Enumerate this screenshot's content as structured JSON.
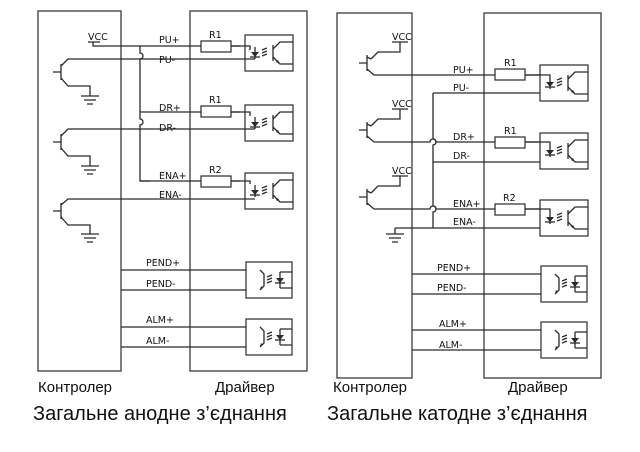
{
  "diagrams": [
    {
      "id": "anode",
      "title": "Загальне анодне з’єднання",
      "controller_label": "Контролер",
      "driver_label": "Драйвер",
      "vcc_labels": [
        "VCC"
      ],
      "inputs": [
        {
          "plus": "PU+",
          "minus": "PU-",
          "resistor": "R1"
        },
        {
          "plus": "DR+",
          "minus": "DR-",
          "resistor": "R1"
        },
        {
          "plus": "ENA+",
          "minus": "ENA-",
          "resistor": "R2"
        }
      ],
      "outputs": [
        {
          "plus": "PEND+",
          "minus": "PEND-"
        },
        {
          "plus": "ALM+",
          "minus": "ALM-"
        }
      ]
    },
    {
      "id": "cathode",
      "title": "Загальне катодне з’єднання",
      "controller_label": "Контролер",
      "driver_label": "Драйвер",
      "vcc_labels": [
        "VCC",
        "VCC",
        "VCC"
      ],
      "inputs": [
        {
          "plus": "PU+",
          "minus": "PU-",
          "resistor": "R1"
        },
        {
          "plus": "DR+",
          "minus": "DR-",
          "resistor": "R1"
        },
        {
          "plus": "ENA+",
          "minus": "ENA-",
          "resistor": "R2"
        }
      ],
      "outputs": [
        {
          "plus": "PEND+",
          "minus": "PEND-"
        },
        {
          "plus": "ALM+",
          "minus": "ALM-"
        }
      ]
    }
  ]
}
